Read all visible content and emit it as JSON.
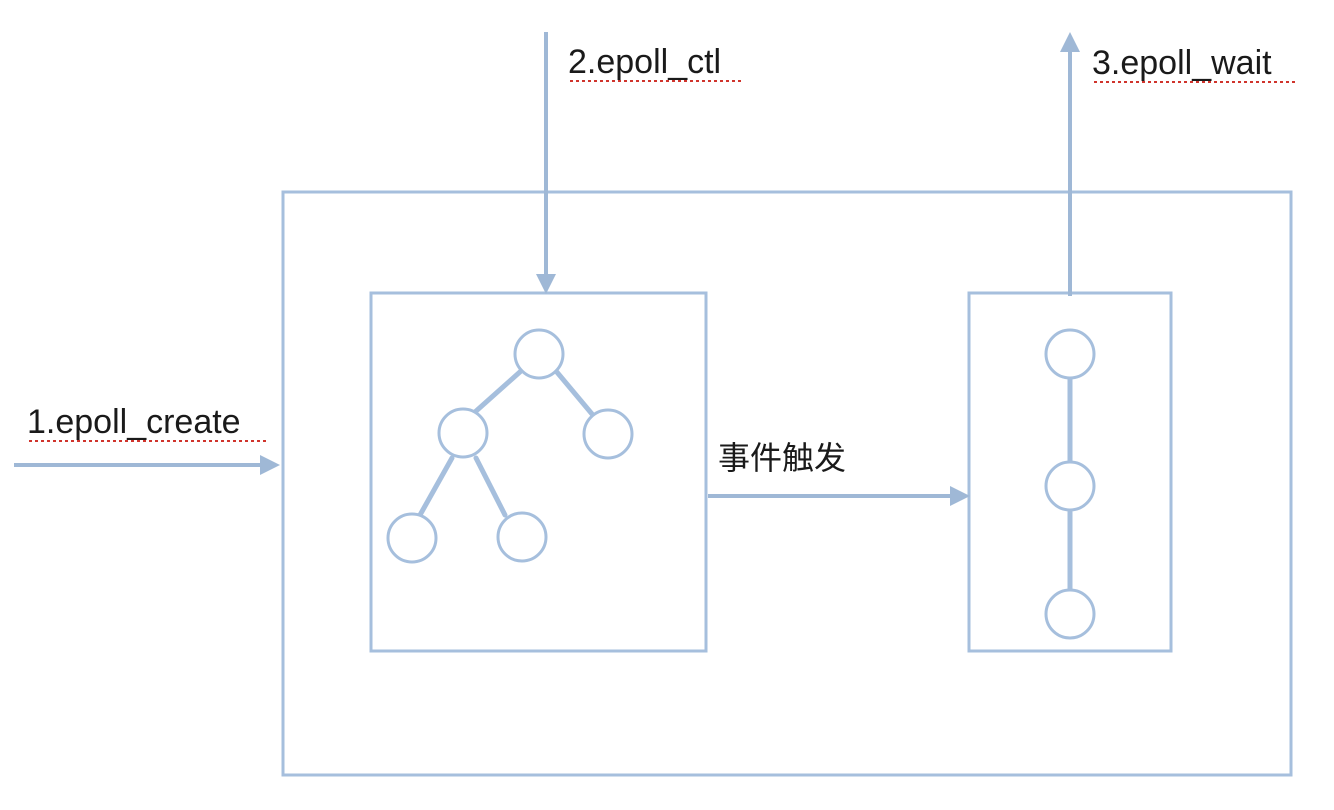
{
  "labels": {
    "create": "1.epoll_create",
    "ctl": "2.epoll_ctl",
    "wait": "3.epoll_wait",
    "event_trigger": "事件触发"
  },
  "colors": {
    "box_stroke": "#a6bfdd",
    "arrow": "#9fb8d6",
    "node_fill": "#ffffff",
    "text": "#1a1a1a",
    "spell_underline": "#d0342c"
  }
}
